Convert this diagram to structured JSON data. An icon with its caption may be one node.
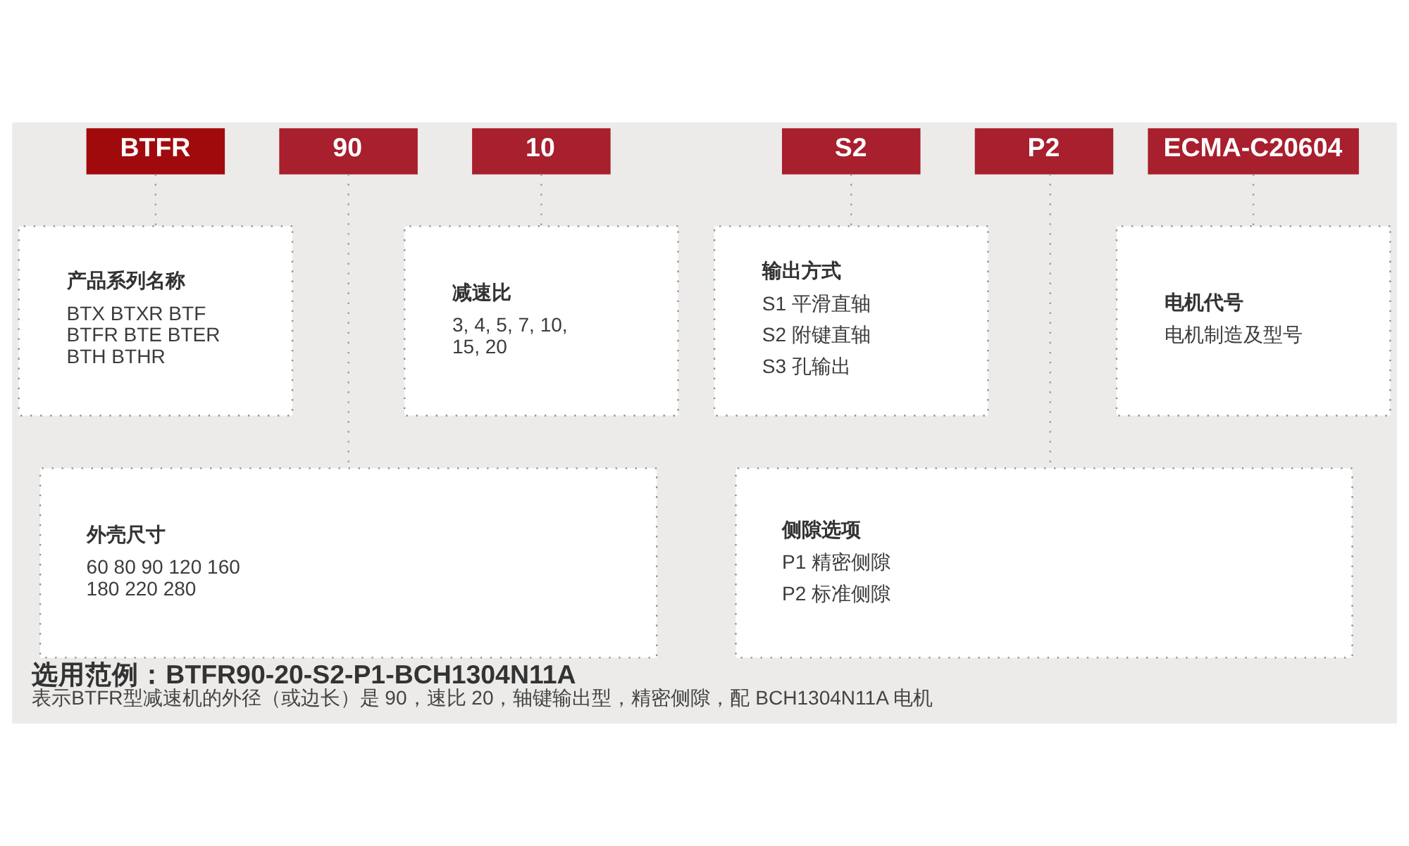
{
  "diagram": {
    "title": "选用范例：BTFR90-20-S2-P1-BCH1304N11A",
    "caption": "表示BTFR型减速机的外径（或边长）是 90，速比 20，轴键输出型，精密侧隙，配 BCH1304N11A 电机",
    "nodes": [
      {
        "text": [
          "BTFR"
        ]
      },
      {
        "text": [
          "90"
        ]
      },
      {
        "text": [
          "10"
        ]
      },
      {
        "text": [
          "S2"
        ]
      },
      {
        "text": [
          "P2"
        ]
      },
      {
        "text": [
          "ECMA-C20604"
        ]
      },
      {
        "text": [
          "产品系列名称",
          "BTX BTXR BTF BTFR BTE BTER BTH BTHR"
        ]
      },
      {
        "text": [
          "减速比",
          "3, 4, 5, 7, 10, 15, 20"
        ]
      },
      {
        "text": [
          "输出方式",
          "S1 平滑直轴",
          "S2 附键直轴",
          "S3 孔输出"
        ]
      },
      {
        "text": [
          "电机代号",
          "电机制造及型号"
        ]
      },
      {
        "text": [
          "外壳尺寸",
          "60 80 90 120 160 180 220 280"
        ]
      },
      {
        "text": [
          "侧隙选项",
          "P1 精密侧隙",
          "P2 标准侧隙"
        ]
      }
    ],
    "edges": [
      {
        "from": 0,
        "to": 6,
        "arrow": "none"
      },
      {
        "from": 1,
        "to": 10,
        "arrow": "none"
      },
      {
        "from": 2,
        "to": 7,
        "arrow": "none"
      },
      {
        "from": 3,
        "to": 8,
        "arrow": "none"
      },
      {
        "from": 4,
        "to": 11,
        "arrow": "none"
      },
      {
        "from": 5,
        "to": 9,
        "arrow": "none"
      }
    ]
  }
}
